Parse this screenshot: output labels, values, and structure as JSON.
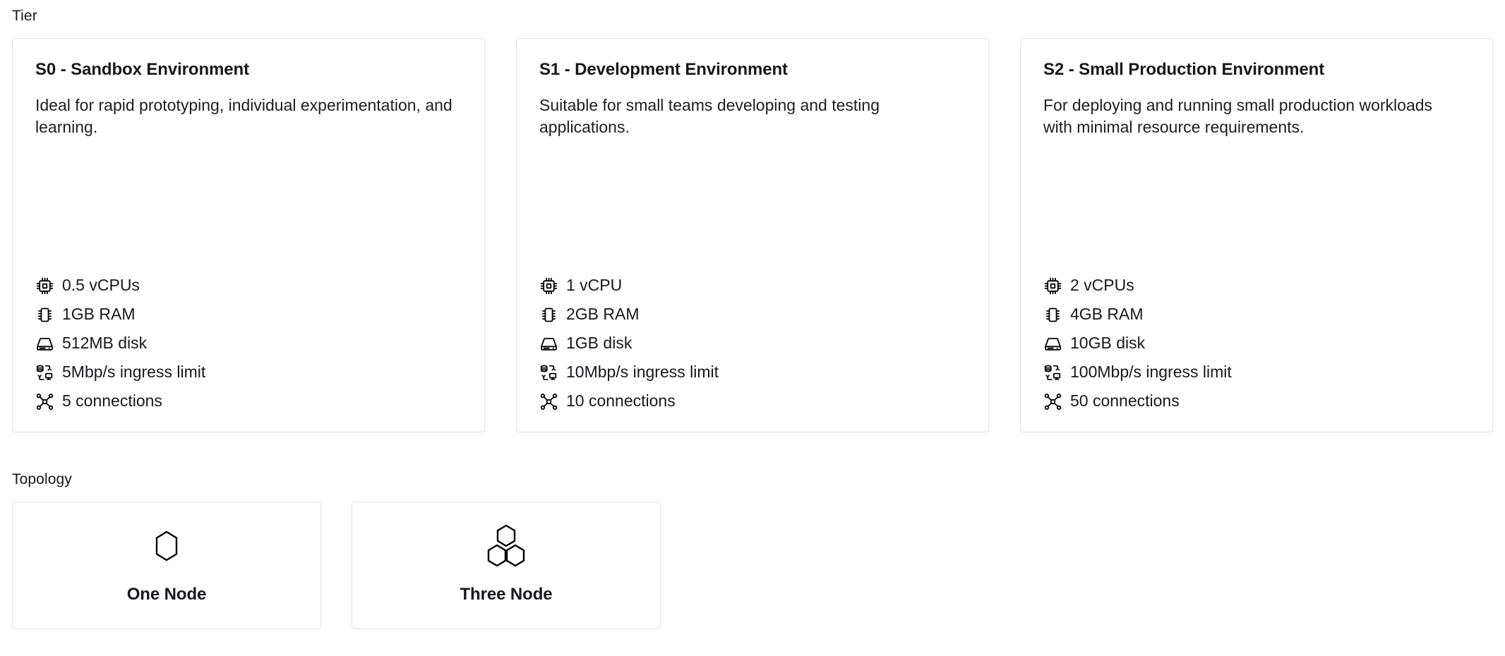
{
  "sections": {
    "tier": {
      "label": "Tier"
    },
    "topology": {
      "label": "Topology"
    }
  },
  "theme": {
    "background": "#ffffff",
    "card_border": "#dce3e8",
    "text": "#16181d",
    "icon": "#000000"
  },
  "tiers": [
    {
      "title": "S0 - Sandbox Environment",
      "description": "Ideal for rapid prototyping, individual experimentation, and learning.",
      "specs": [
        {
          "icon": "cpu-icon",
          "text": "0.5 vCPUs"
        },
        {
          "icon": "memory-icon",
          "text": "1GB RAM"
        },
        {
          "icon": "disk-icon",
          "text": "512MB disk"
        },
        {
          "icon": "network-ingress-icon",
          "text": "5Mbp/s ingress limit"
        },
        {
          "icon": "connections-icon",
          "text": "5 connections"
        }
      ]
    },
    {
      "title": "S1 - Development Environment",
      "description": "Suitable for small teams developing and testing applications.",
      "specs": [
        {
          "icon": "cpu-icon",
          "text": "1 vCPU"
        },
        {
          "icon": "memory-icon",
          "text": "2GB RAM"
        },
        {
          "icon": "disk-icon",
          "text": "1GB disk"
        },
        {
          "icon": "network-ingress-icon",
          "text": "10Mbp/s ingress limit"
        },
        {
          "icon": "connections-icon",
          "text": "10 connections"
        }
      ]
    },
    {
      "title": "S2 - Small Production Environment",
      "description": "For deploying and running small production workloads with minimal resource requirements.",
      "specs": [
        {
          "icon": "cpu-icon",
          "text": "2 vCPUs"
        },
        {
          "icon": "memory-icon",
          "text": "4GB RAM"
        },
        {
          "icon": "disk-icon",
          "text": "10GB disk"
        },
        {
          "icon": "network-ingress-icon",
          "text": "100Mbp/s ingress limit"
        },
        {
          "icon": "connections-icon",
          "text": "50 connections"
        }
      ]
    }
  ],
  "topologies": [
    {
      "label": "One Node",
      "icon": "single-hexagon-icon"
    },
    {
      "label": "Three Node",
      "icon": "triple-hexagon-icon"
    }
  ]
}
